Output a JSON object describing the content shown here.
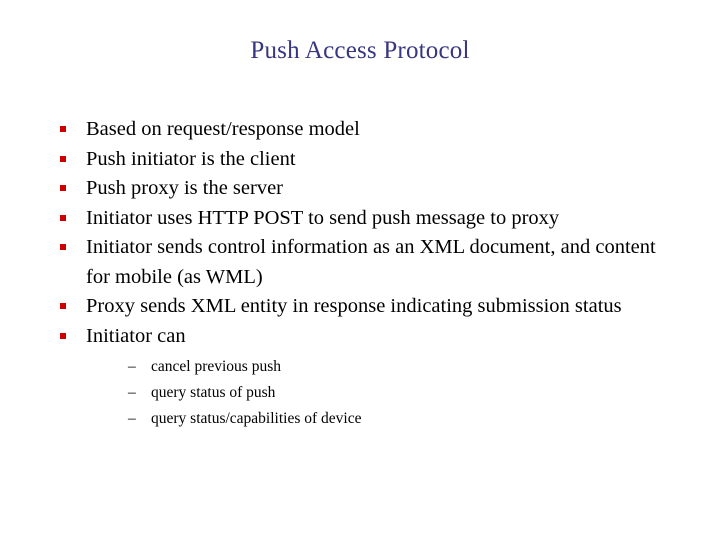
{
  "slide": {
    "title": "Push Access Protocol",
    "title_color": "#363682",
    "background_color": "#ffffff",
    "text_color": "#000000",
    "bullet_marker_color": "#cc0000",
    "bullet_marker_glyph": "square",
    "sub_bullet_marker_glyph": "–",
    "bullets": [
      {
        "text": "Based on request/response model"
      },
      {
        "text": "Push initiator is the client"
      },
      {
        "text": "Push proxy is the server"
      },
      {
        "text": "Initiator uses HTTP POST to send push message to proxy"
      },
      {
        "text": "Initiator sends control information as an XML document, and content for mobile (as WML)"
      },
      {
        "text": "Proxy sends XML entity in response indicating submission status"
      },
      {
        "text": "Initiator can",
        "sub_bullets": [
          {
            "text": "cancel previous push"
          },
          {
            "text": "query status of push"
          },
          {
            "text": "query status/capabilities of device"
          }
        ]
      }
    ]
  }
}
